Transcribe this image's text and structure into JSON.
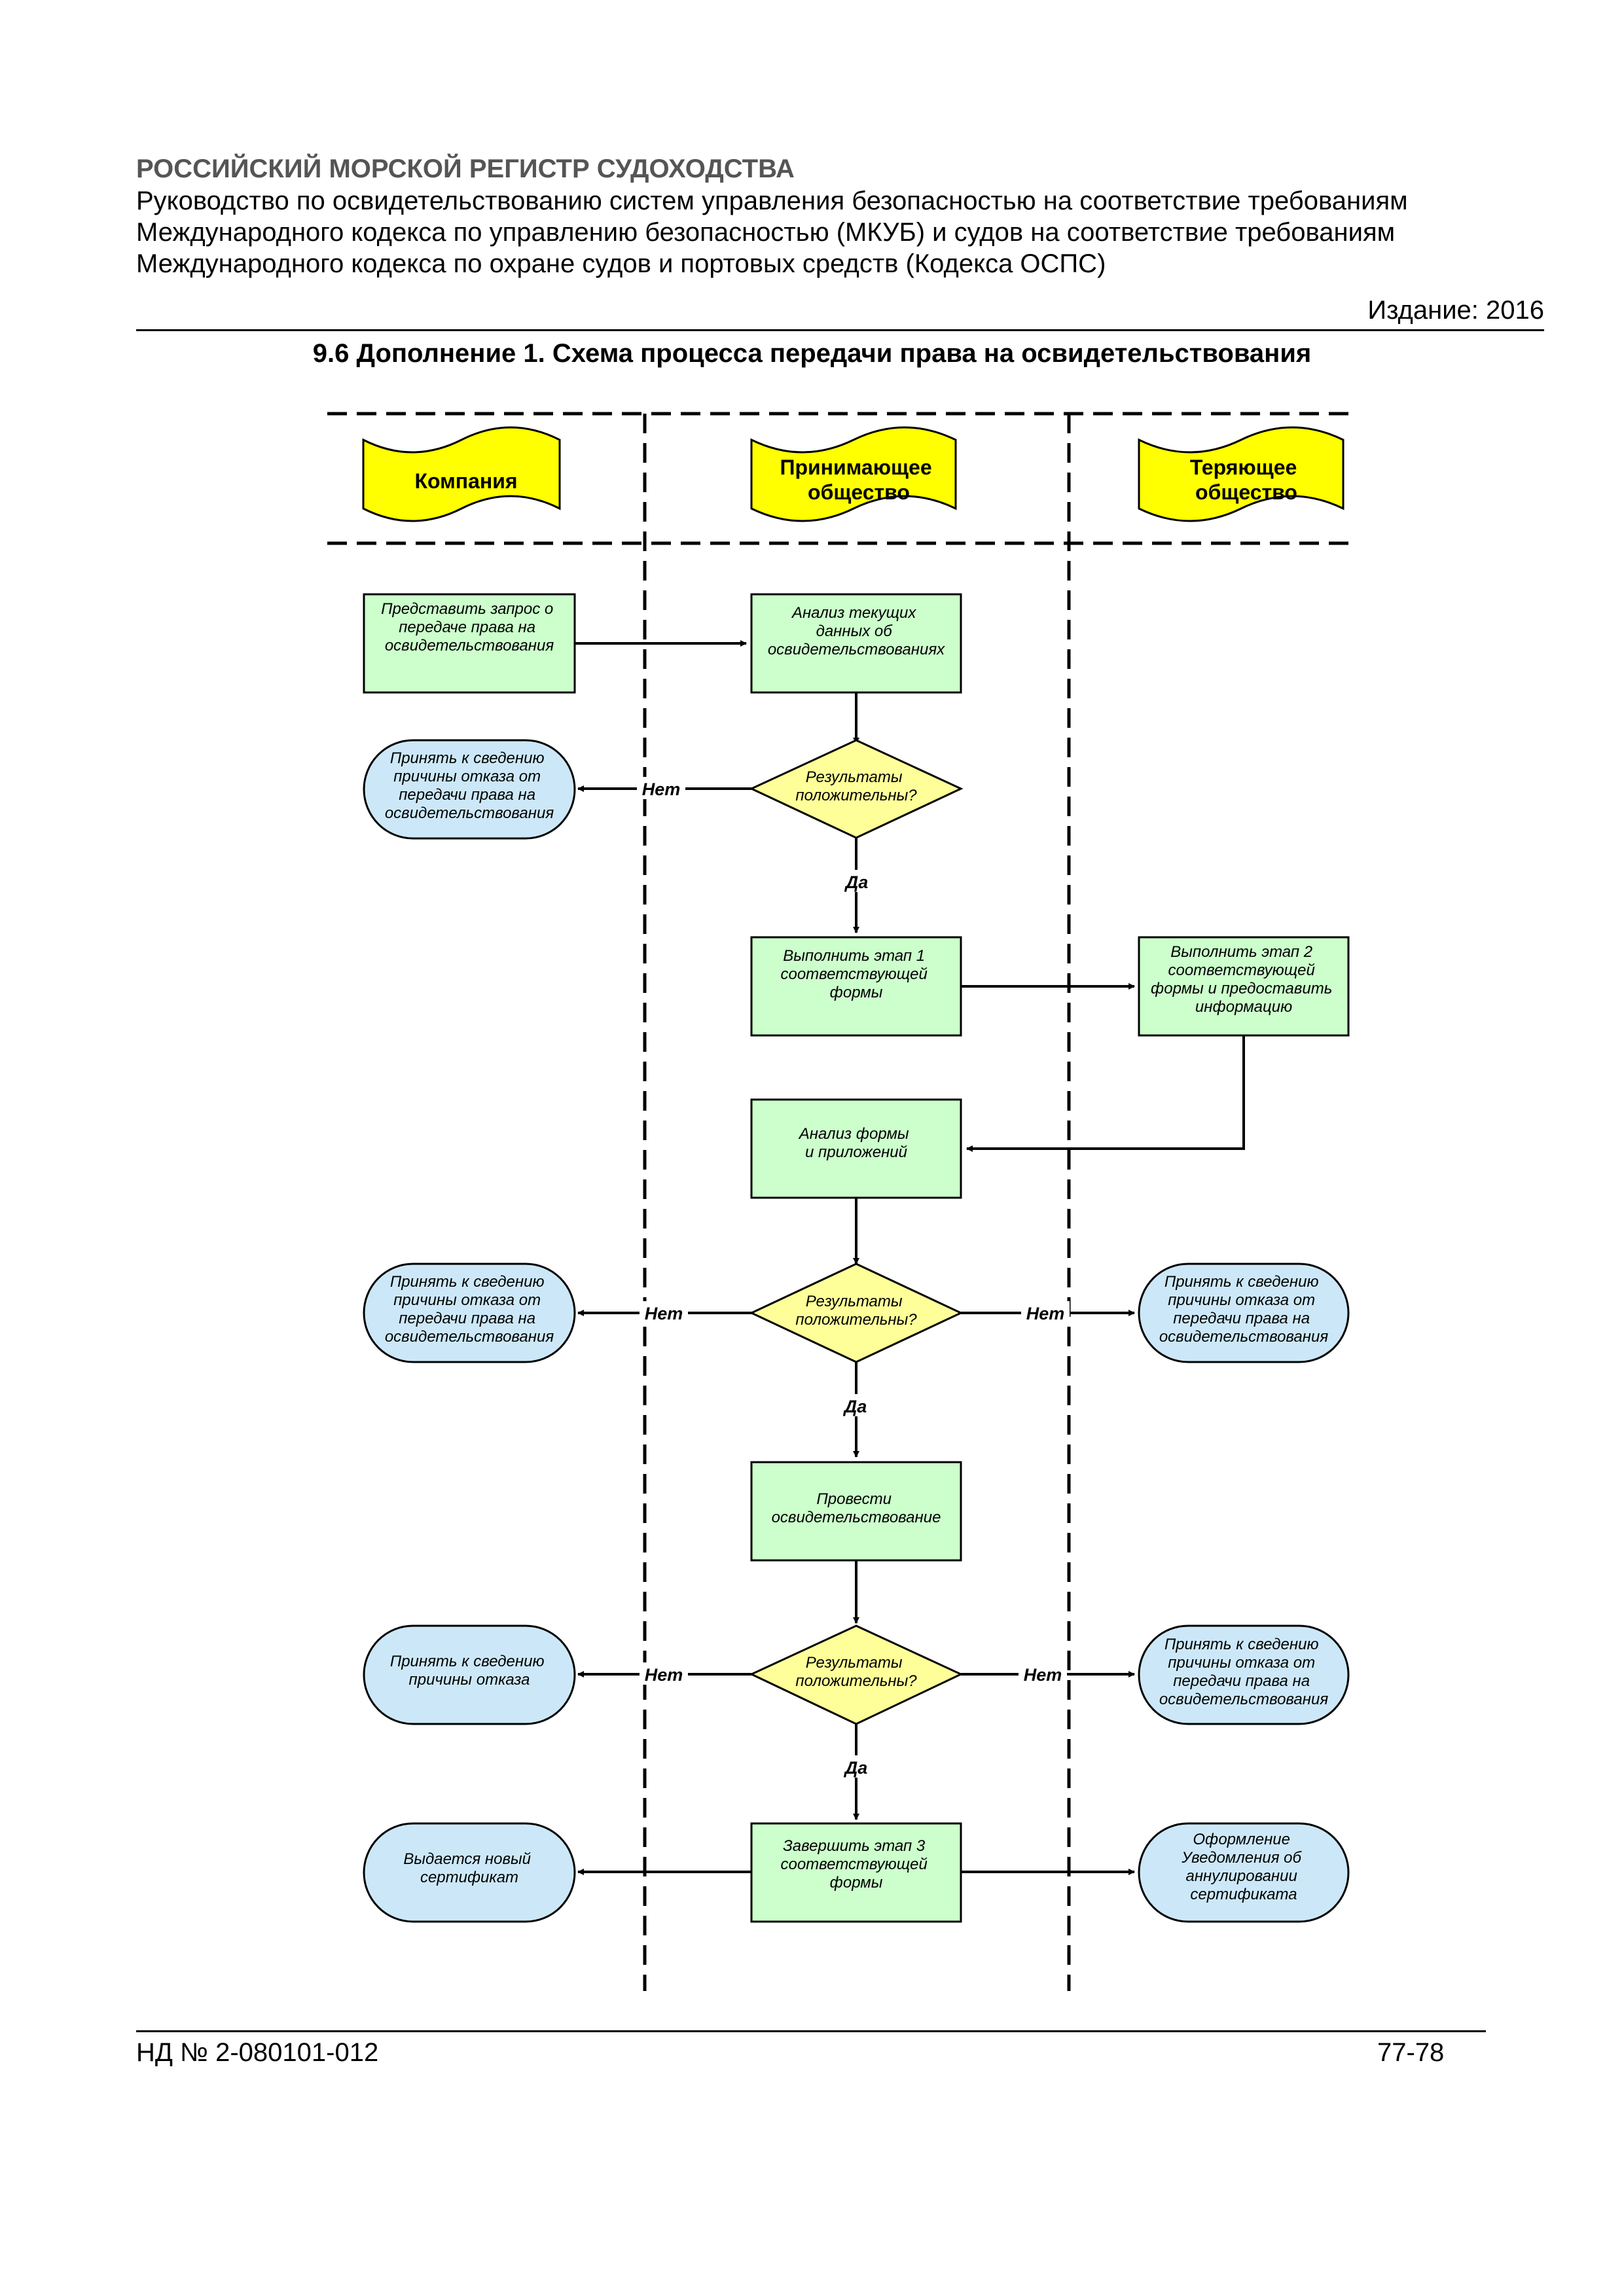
{
  "header": {
    "organization": "РОССИЙСКИЙ МОРСКОЙ РЕГИСТР СУДОХОДСТВА",
    "lines": [
      "Руководство по освидетельствованию систем управления безопасностью на соответствие требованиям",
      "Международного кодекса по управлению безопасностью (МКУБ) и судов на соответствие требованиям",
      "Международного кодекса по охране судов и портовых средств (Кодекса ОСПС)"
    ],
    "edition": "Издание: 2016"
  },
  "title": "9.6 Дополнение 1. Схема процесса передачи права на освидетельствования",
  "diagram": {
    "lanes": [
      [
        "Компания"
      ],
      [
        "Принимающее",
        "общество"
      ],
      [
        "Теряющее",
        "общество"
      ]
    ],
    "nodes": {
      "submit_request": [
        "Представить запрос о",
        "передаче права на",
        "освидетельствования"
      ],
      "analyze_data": [
        "Анализ текущих",
        "данных об",
        "освидетельствованиях"
      ],
      "decision_1": [
        "Результаты",
        "положительны?"
      ],
      "refusal_company_1": [
        "Принять к сведению",
        "причины отказа от",
        "передачи права на",
        "освидетельствования"
      ],
      "stage_1": [
        "Выполнить этап 1",
        "соответствующей",
        "формы"
      ],
      "stage_2": [
        "Выполнить этап 2",
        "соответствующей",
        "формы и предоставить",
        "информацию"
      ],
      "analyze_form": [
        "Анализ формы",
        "и приложений"
      ],
      "decision_2": [
        "Результаты",
        "положительны?"
      ],
      "refusal_company_2": [
        "Принять к сведению",
        "причины отказа от",
        "передачи права на",
        "освидетельствования"
      ],
      "refusal_losing_2": [
        "Принять к сведению",
        "причины отказа от",
        "передачи права на",
        "освидетельствования"
      ],
      "survey": [
        "Провести",
        "освидетельствование"
      ],
      "decision_3": [
        "Результаты",
        "положительны?"
      ],
      "refusal_company_3": [
        "Принять к сведению",
        "причины отказа"
      ],
      "refusal_losing_3": [
        "Принять к сведению",
        "причины отказа от",
        "передачи права на",
        "освидетельствования"
      ],
      "stage_3": [
        "Завершить этап 3",
        "соответствующей",
        "формы"
      ],
      "new_certificate": [
        "Выдается новый",
        "сертификат"
      ],
      "cancel_certificate": [
        "Оформление",
        "Уведомления об",
        "аннулировании",
        "сертификата"
      ]
    },
    "labels": {
      "no": "Нет",
      "yes": "Да"
    },
    "colors": {
      "lane_header_fill": "#ffff00",
      "process_fill": "#ccffcc",
      "decision_fill": "#ffff99",
      "terminal_fill": "#cce8f8",
      "line": "#000000"
    }
  },
  "footer": {
    "doc_number": "НД № 2-080101-012",
    "page": "77-78"
  }
}
